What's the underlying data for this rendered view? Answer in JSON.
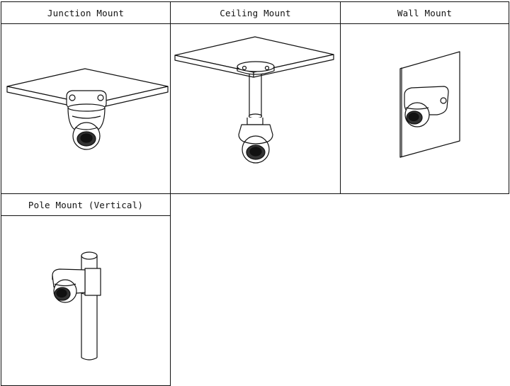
{
  "panels": [
    {
      "title": "Junction Mount"
    },
    {
      "title": "Ceiling Mount"
    },
    {
      "title": "Wall Mount"
    },
    {
      "title": "Pole Mount (Vertical)"
    }
  ]
}
